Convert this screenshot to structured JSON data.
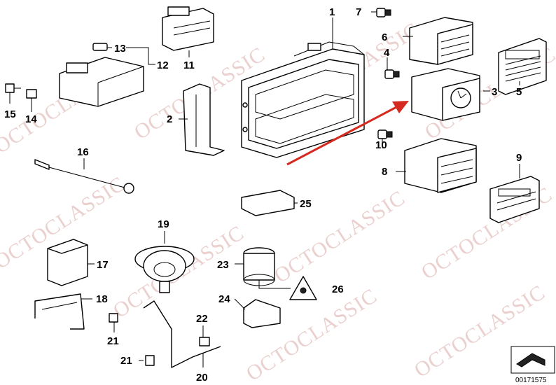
{
  "diagram": {
    "watermark_text": "OCTOCLASSIC",
    "catalog_number": "00171575",
    "arrow_color": "#d42a20",
    "watermark_color": "#d9a9a6",
    "callouts": [
      "1",
      "2",
      "3",
      "4",
      "5",
      "6",
      "7",
      "8",
      "9",
      "10",
      "11",
      "12",
      "13",
      "14",
      "15",
      "16",
      "17",
      "18",
      "19",
      "20",
      "21",
      "21",
      "22",
      "23",
      "24",
      "25",
      "26"
    ]
  }
}
